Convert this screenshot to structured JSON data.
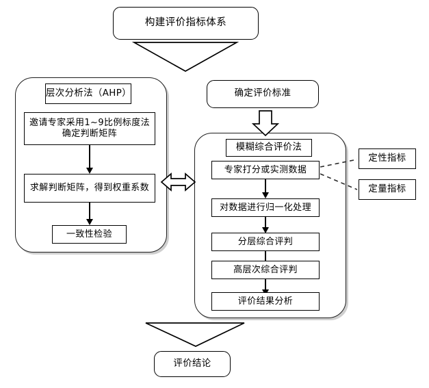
{
  "diagram": {
    "title_node": "构建评价指标体系",
    "criteria_node": "确定评价标准",
    "conclusion_node": "评价结论",
    "ahp_panel": {
      "header": "层次分析法（AHP）",
      "steps": [
        "邀请专家采用1~9比例标度法确定判断矩阵",
        "求解判断矩阵，得到权重系数",
        "一致性检验"
      ]
    },
    "fuzzy_panel": {
      "header": "模糊综合评价法",
      "steps": [
        "专家打分或实测数据",
        "对数据进行归一化处理",
        "分层综合评判",
        "高层次综合评判",
        "评价结果分析"
      ]
    },
    "side_notes": [
      "定性指标",
      "定量指标"
    ],
    "connectors": {
      "top_arrow": "down-triangle-arrow",
      "criteria_arrow": "down-block-arrow",
      "link_arrow": "double-headed-block-arrow",
      "bottom_arrow": "down-triangle-arrow",
      "note_links": "dashed-line"
    },
    "colors": {
      "stroke": "#000000",
      "fill": "#ffffff",
      "panel_shadow": "#cfcfcf"
    }
  }
}
